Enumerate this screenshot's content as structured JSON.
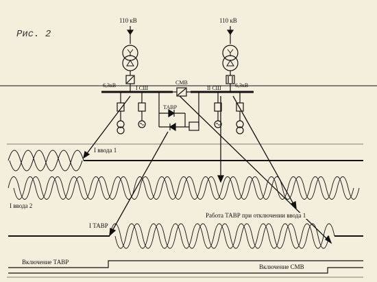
{
  "figure": {
    "caption": "Рис. 2"
  },
  "scheme": {
    "source_left": "110 кВ",
    "source_right": "110 кВ",
    "voltage_left": "6,3кВ",
    "voltage_right": "6,3кВ",
    "bus_left": "I СШ",
    "bus_right": "II СШ",
    "sectional_switch": "СМВ",
    "thyristor_switch": "ТАВР"
  },
  "waveforms": {
    "input1_current": "I ввода 1",
    "input2_current": "I ввода 2",
    "tavr_current": "I ТАВР",
    "annotation": "Работа ТАВР при отключении ввода 1",
    "tavr_on": "Включение ТАВР",
    "smv_on": "Включение СМВ"
  }
}
